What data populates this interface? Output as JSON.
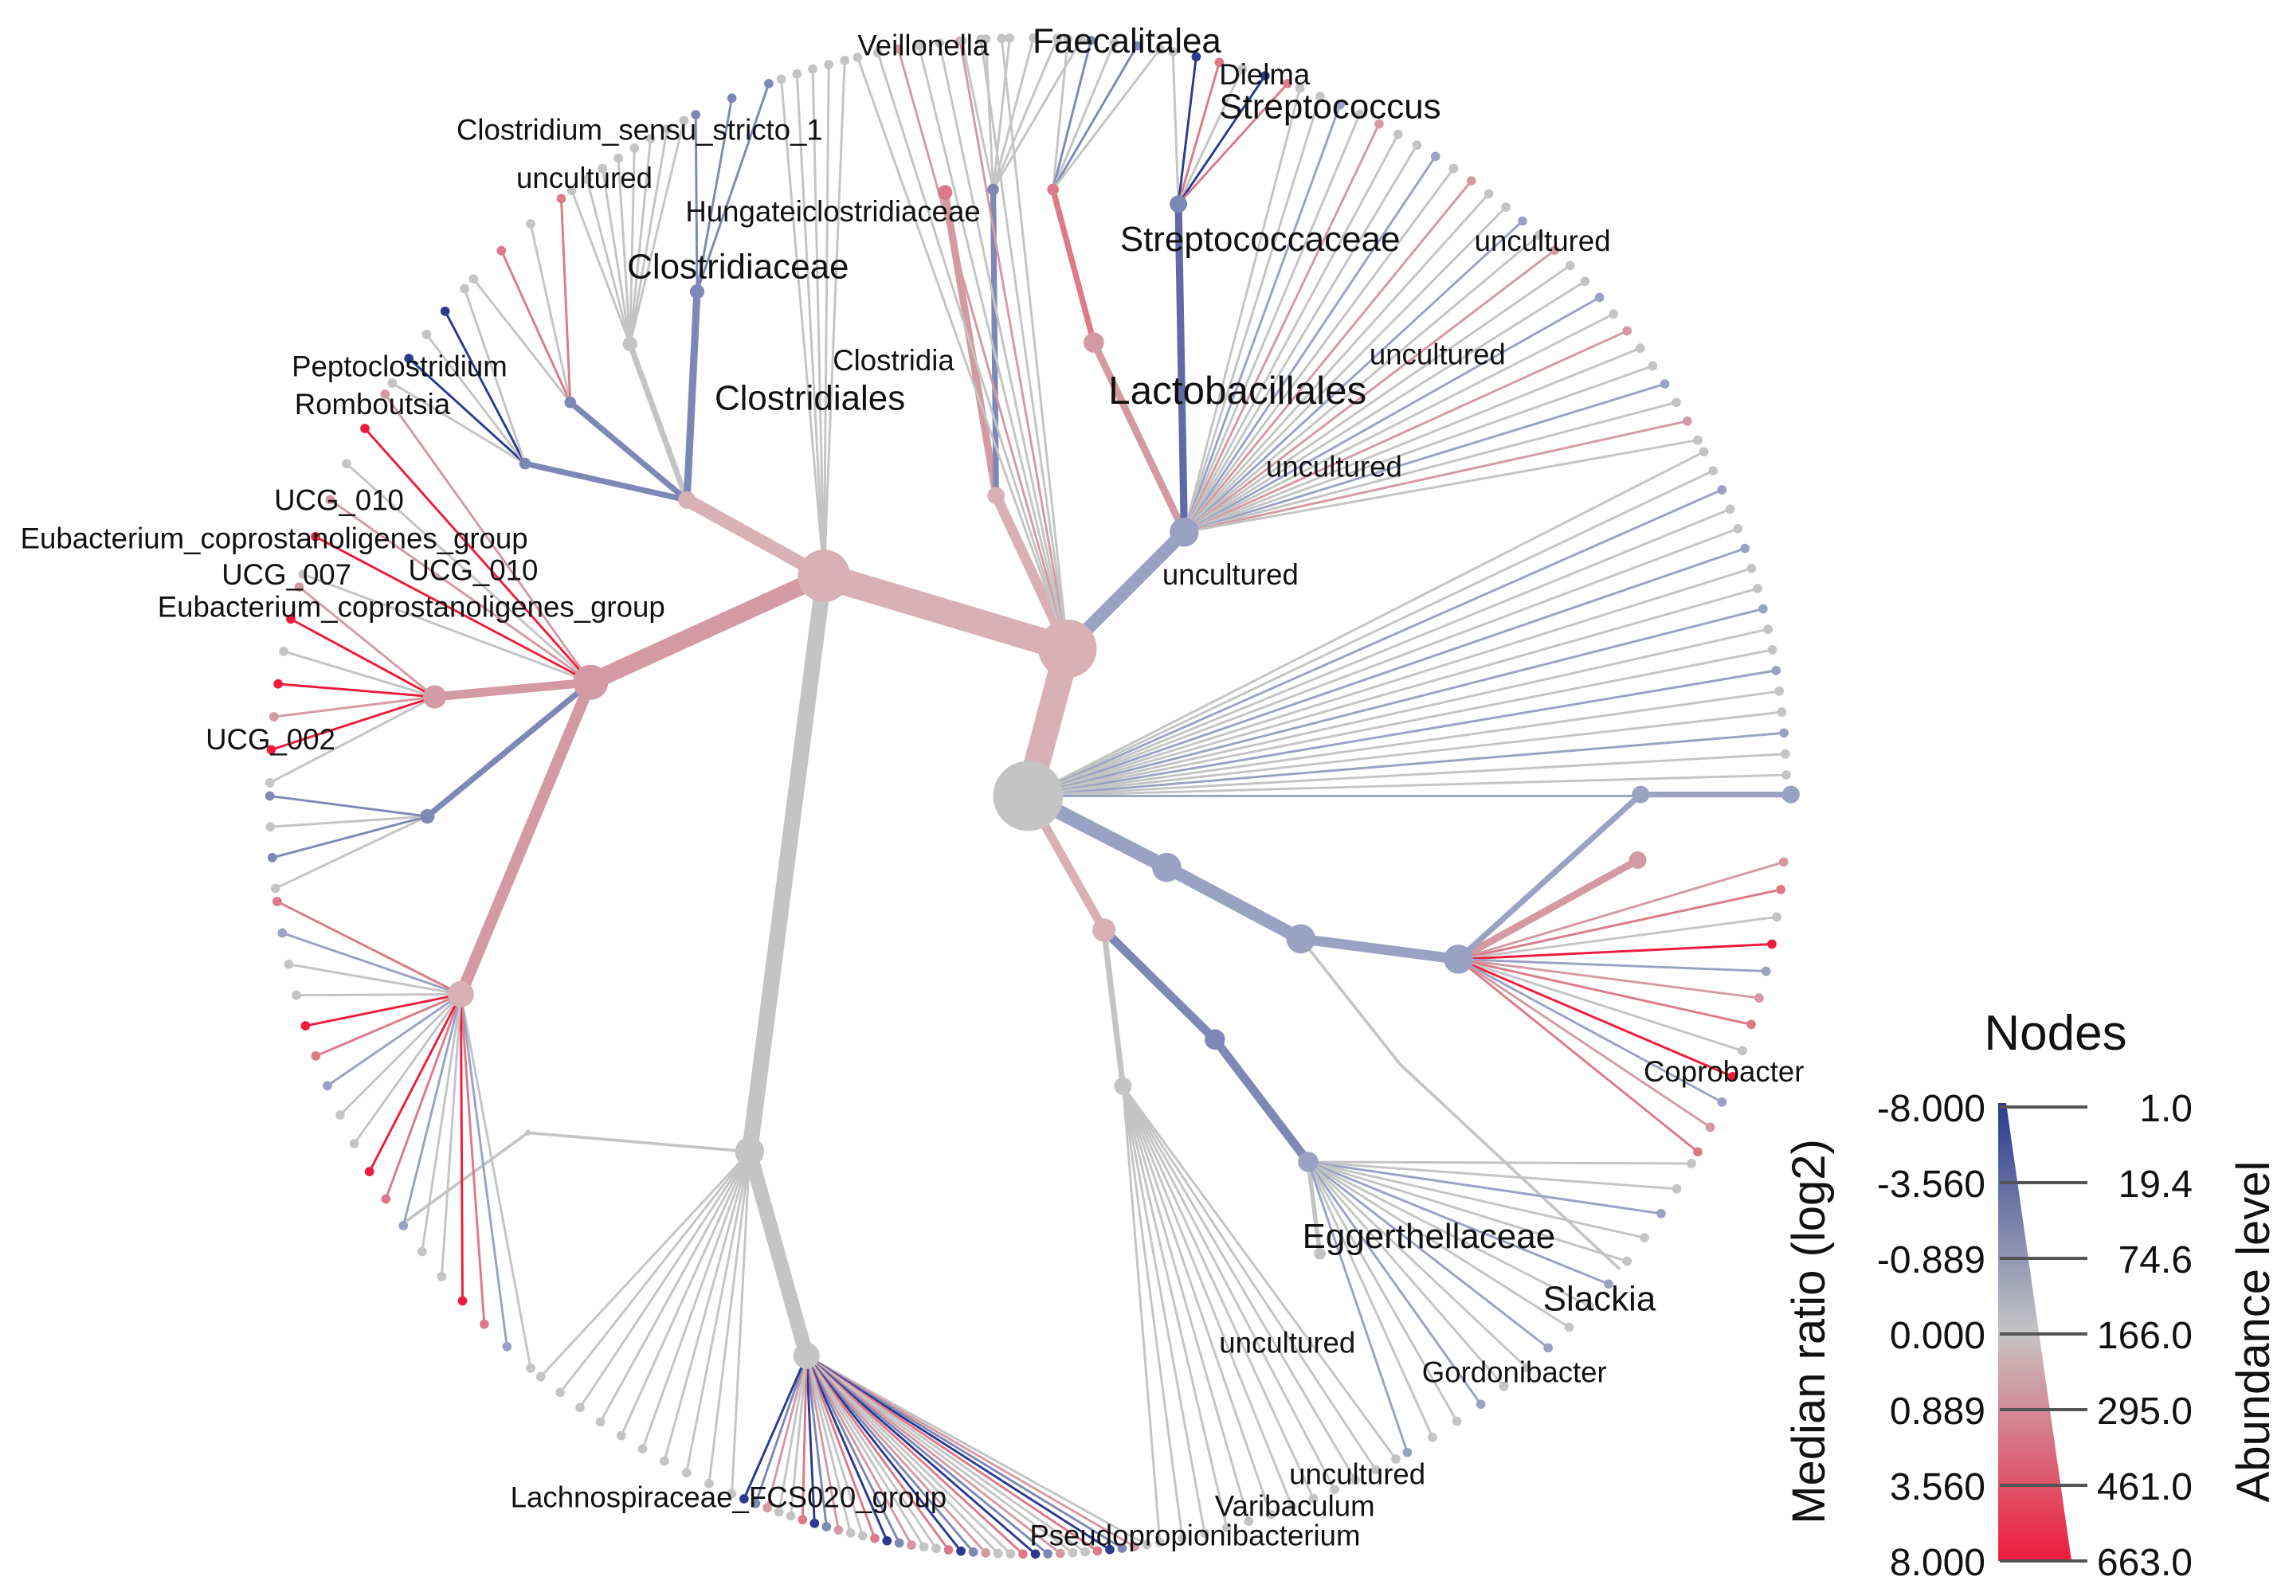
{
  "tree": {
    "center_node_color": "#c8c8c8",
    "labels": [
      {
        "id": "veillonella",
        "text": "Veillonella",
        "size": "small"
      },
      {
        "id": "faecalitalea",
        "text": "Faecalitalea",
        "size": "medium"
      },
      {
        "id": "dielma",
        "text": "Dielma",
        "size": "small"
      },
      {
        "id": "streptococcus",
        "text": "Streptococcus",
        "size": "medium"
      },
      {
        "id": "clostridium-sensu-stricto-1",
        "text": "Clostridium_sensu_stricto_1",
        "size": "small"
      },
      {
        "id": "uncultured-1",
        "text": "uncultured",
        "size": "small"
      },
      {
        "id": "hungateiclostridiaceae",
        "text": "Hungateiclostridiaceae",
        "size": "small"
      },
      {
        "id": "streptococcaceae",
        "text": "Streptococcaceae",
        "size": "medium"
      },
      {
        "id": "uncultured-2",
        "text": "uncultured",
        "size": "small"
      },
      {
        "id": "clostridiaceae",
        "text": "Clostridiaceae",
        "size": "medium"
      },
      {
        "id": "clostridia",
        "text": "Clostridia",
        "size": "small"
      },
      {
        "id": "peptoclostridium",
        "text": "Peptoclostridium",
        "size": "small"
      },
      {
        "id": "romboutsia",
        "text": "Romboutsia",
        "size": "small"
      },
      {
        "id": "clostridiales",
        "text": "Clostridiales",
        "size": "medium"
      },
      {
        "id": "uncultured-3",
        "text": "uncultured",
        "size": "small"
      },
      {
        "id": "lactobacillales",
        "text": "Lactobacillales",
        "size": "large"
      },
      {
        "id": "uncultured-4",
        "text": "uncultured",
        "size": "small"
      },
      {
        "id": "ucg-010-a",
        "text": "UCG_010",
        "size": "small"
      },
      {
        "id": "eubacterium-a",
        "text": "Eubacterium_coprostanoligenes_group",
        "size": "small"
      },
      {
        "id": "ucg-007",
        "text": "UCG_007",
        "size": "small"
      },
      {
        "id": "ucg-010-b",
        "text": "UCG_010",
        "size": "small"
      },
      {
        "id": "uncultured-5",
        "text": "uncultured",
        "size": "small"
      },
      {
        "id": "eubacterium-b",
        "text": "Eubacterium_coprostanoligenes_group",
        "size": "small"
      },
      {
        "id": "ucg-002",
        "text": "UCG_002",
        "size": "small"
      },
      {
        "id": "coprobacter",
        "text": "Coprobacter",
        "size": "small"
      },
      {
        "id": "eggerthellaceae",
        "text": "Eggerthellaceae",
        "size": "medium"
      },
      {
        "id": "slackia",
        "text": "Slackia",
        "size": "medium"
      },
      {
        "id": "uncultured-6",
        "text": "uncultured",
        "size": "small"
      },
      {
        "id": "gordonibacter",
        "text": "Gordonibacter",
        "size": "small"
      },
      {
        "id": "uncultured-7",
        "text": "uncultured",
        "size": "small"
      },
      {
        "id": "lachnospiraceae",
        "text": "Lachnospiraceae_FCS020_group",
        "size": "small"
      },
      {
        "id": "varibaculum",
        "text": "Varibaculum",
        "size": "small"
      },
      {
        "id": "pseudopropionibacterium",
        "text": "Pseudopropionibacterium",
        "size": "small"
      }
    ]
  },
  "legend": {
    "nodes_title": "Nodes",
    "color_axis_title": "Median ratio (log2)",
    "size_axis_title": "Abundance level",
    "color_ticks": [
      "-8.000",
      "-3.560",
      "-0.889",
      "0.000",
      "0.889",
      "3.560",
      "8.000"
    ],
    "size_ticks": [
      "1.0",
      "19.4",
      "74.6",
      "166.0",
      "295.0",
      "461.0",
      "663.0"
    ],
    "color_low": "#2b3a8f",
    "color_mid": "#c4c4c4",
    "color_high": "#ee1c3c"
  }
}
